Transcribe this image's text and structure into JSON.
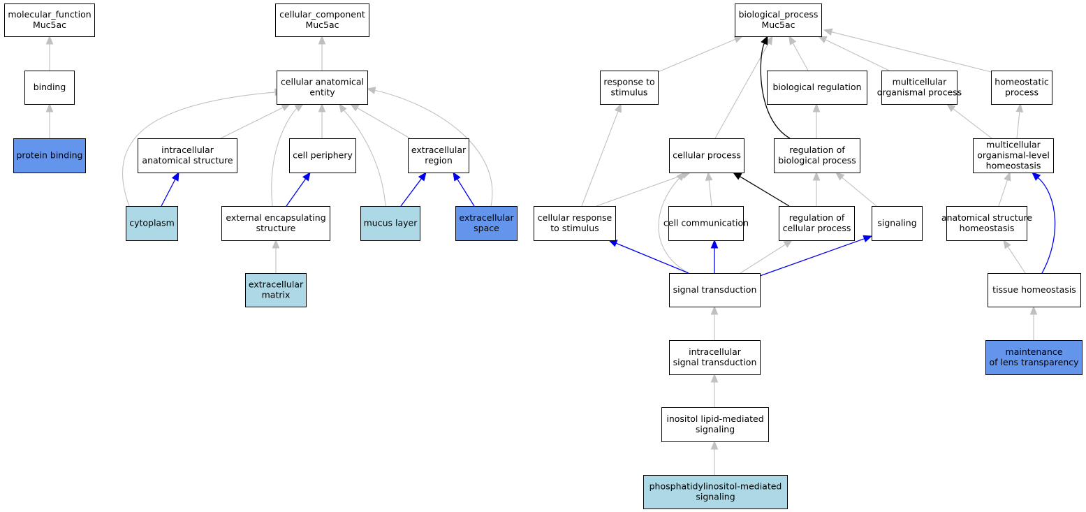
{
  "colors": {
    "plain_fill": "#ffffff",
    "light_fill": "#add8e6",
    "dark_fill": "#6495ed",
    "edge_grey": "#c0c0c0",
    "edge_black": "#000000",
    "edge_blue": "#0000ee"
  },
  "nodes": [
    {
      "id": "mf",
      "lines": [
        "molecular_function",
        "Muc5ac"
      ],
      "style": "plain"
    },
    {
      "id": "binding",
      "lines": [
        "binding"
      ],
      "style": "plain"
    },
    {
      "id": "protein_binding",
      "lines": [
        "protein binding"
      ],
      "style": "dark"
    },
    {
      "id": "cc",
      "lines": [
        "cellular_component",
        "Muc5ac"
      ],
      "style": "plain"
    },
    {
      "id": "cae",
      "lines": [
        "cellular anatomical",
        "entity"
      ],
      "style": "plain"
    },
    {
      "id": "ias",
      "lines": [
        "intracellular",
        "anatomical structure"
      ],
      "style": "plain"
    },
    {
      "id": "periphery",
      "lines": [
        "cell periphery"
      ],
      "style": "plain"
    },
    {
      "id": "ecr",
      "lines": [
        "extracellular",
        "region"
      ],
      "style": "plain"
    },
    {
      "id": "cytoplasm",
      "lines": [
        "cytoplasm"
      ],
      "style": "light"
    },
    {
      "id": "ees",
      "lines": [
        "external encapsulating",
        "structure"
      ],
      "style": "plain"
    },
    {
      "id": "mucus",
      "lines": [
        "mucus layer"
      ],
      "style": "light"
    },
    {
      "id": "ecspace",
      "lines": [
        "extracellular",
        "space"
      ],
      "style": "dark"
    },
    {
      "id": "ecm",
      "lines": [
        "extracellular",
        "matrix"
      ],
      "style": "light"
    },
    {
      "id": "bp",
      "lines": [
        "biological_process",
        "Muc5ac"
      ],
      "style": "plain"
    },
    {
      "id": "rts",
      "lines": [
        "response to",
        "stimulus"
      ],
      "style": "plain"
    },
    {
      "id": "bioreg",
      "lines": [
        "biological regulation"
      ],
      "style": "plain"
    },
    {
      "id": "mop",
      "lines": [
        "multicellular",
        "organismal process"
      ],
      "style": "plain"
    },
    {
      "id": "homeo",
      "lines": [
        "homeostatic",
        "process"
      ],
      "style": "plain"
    },
    {
      "id": "cellproc",
      "lines": [
        "cellular process"
      ],
      "style": "plain"
    },
    {
      "id": "regbio",
      "lines": [
        "regulation of",
        "biological process"
      ],
      "style": "plain"
    },
    {
      "id": "molh",
      "lines": [
        "multicellular",
        "organismal-level",
        "homeostasis"
      ],
      "style": "plain"
    },
    {
      "id": "crs",
      "lines": [
        "cellular response",
        "to stimulus"
      ],
      "style": "plain"
    },
    {
      "id": "cellcomm",
      "lines": [
        "cell communication"
      ],
      "style": "plain"
    },
    {
      "id": "regcell",
      "lines": [
        "regulation of",
        "cellular process"
      ],
      "style": "plain"
    },
    {
      "id": "signaling",
      "lines": [
        "signaling"
      ],
      "style": "plain"
    },
    {
      "id": "ash",
      "lines": [
        "anatomical structure",
        "homeostasis"
      ],
      "style": "plain"
    },
    {
      "id": "sigtrans",
      "lines": [
        "signal transduction"
      ],
      "style": "plain"
    },
    {
      "id": "tissue",
      "lines": [
        "tissue homeostasis"
      ],
      "style": "plain"
    },
    {
      "id": "intrasig",
      "lines": [
        "intracellular",
        "signal transduction"
      ],
      "style": "plain"
    },
    {
      "id": "lens",
      "lines": [
        "maintenance",
        "of lens transparency"
      ],
      "style": "dark"
    },
    {
      "id": "inositol",
      "lines": [
        "inositol lipid-mediated",
        "signaling"
      ],
      "style": "plain"
    },
    {
      "id": "phospho",
      "lines": [
        "phosphatidylinositol-mediated",
        "signaling"
      ],
      "style": "light"
    }
  ],
  "edges": [
    {
      "from": "binding",
      "to": "mf",
      "color": "grey"
    },
    {
      "from": "protein_binding",
      "to": "binding",
      "color": "grey"
    },
    {
      "from": "cae",
      "to": "cc",
      "color": "grey"
    },
    {
      "from": "ias",
      "to": "cae",
      "color": "grey"
    },
    {
      "from": "periphery",
      "to": "cae",
      "color": "grey"
    },
    {
      "from": "ecr",
      "to": "cae",
      "color": "grey"
    },
    {
      "from": "cytoplasm",
      "to": "cae",
      "color": "grey"
    },
    {
      "from": "ees",
      "to": "cae",
      "color": "grey"
    },
    {
      "from": "mucus",
      "to": "cae",
      "color": "grey"
    },
    {
      "from": "ecspace",
      "to": "cae",
      "color": "grey"
    },
    {
      "from": "cytoplasm",
      "to": "ias",
      "color": "blue"
    },
    {
      "from": "ees",
      "to": "periphery",
      "color": "blue"
    },
    {
      "from": "mucus",
      "to": "ecr",
      "color": "blue"
    },
    {
      "from": "ecspace",
      "to": "ecr",
      "color": "blue"
    },
    {
      "from": "ecm",
      "to": "ees",
      "color": "grey"
    },
    {
      "from": "rts",
      "to": "bp",
      "color": "grey"
    },
    {
      "from": "bioreg",
      "to": "bp",
      "color": "grey"
    },
    {
      "from": "mop",
      "to": "bp",
      "color": "grey"
    },
    {
      "from": "homeo",
      "to": "bp",
      "color": "grey"
    },
    {
      "from": "cellproc",
      "to": "bp",
      "color": "grey"
    },
    {
      "from": "regbio",
      "to": "bp",
      "color": "black"
    },
    {
      "from": "regbio",
      "to": "bioreg",
      "color": "grey"
    },
    {
      "from": "molh",
      "to": "mop",
      "color": "grey"
    },
    {
      "from": "molh",
      "to": "homeo",
      "color": "grey"
    },
    {
      "from": "crs",
      "to": "rts",
      "color": "grey"
    },
    {
      "from": "crs",
      "to": "cellproc",
      "color": "grey"
    },
    {
      "from": "cellcomm",
      "to": "cellproc",
      "color": "grey"
    },
    {
      "from": "regcell",
      "to": "cellproc",
      "color": "black"
    },
    {
      "from": "regcell",
      "to": "regbio",
      "color": "grey"
    },
    {
      "from": "signaling",
      "to": "regbio",
      "color": "grey"
    },
    {
      "from": "ash",
      "to": "molh",
      "color": "grey"
    },
    {
      "from": "sigtrans",
      "to": "cellproc",
      "color": "grey"
    },
    {
      "from": "sigtrans",
      "to": "crs",
      "color": "blue"
    },
    {
      "from": "sigtrans",
      "to": "cellcomm",
      "color": "blue"
    },
    {
      "from": "sigtrans",
      "to": "regcell",
      "color": "grey"
    },
    {
      "from": "sigtrans",
      "to": "signaling",
      "color": "blue"
    },
    {
      "from": "tissue",
      "to": "ash",
      "color": "grey"
    },
    {
      "from": "tissue",
      "to": "molh",
      "color": "blue"
    },
    {
      "from": "intrasig",
      "to": "sigtrans",
      "color": "grey"
    },
    {
      "from": "lens",
      "to": "tissue",
      "color": "grey"
    },
    {
      "from": "inositol",
      "to": "intrasig",
      "color": "grey"
    },
    {
      "from": "phospho",
      "to": "inositol",
      "color": "grey"
    }
  ]
}
